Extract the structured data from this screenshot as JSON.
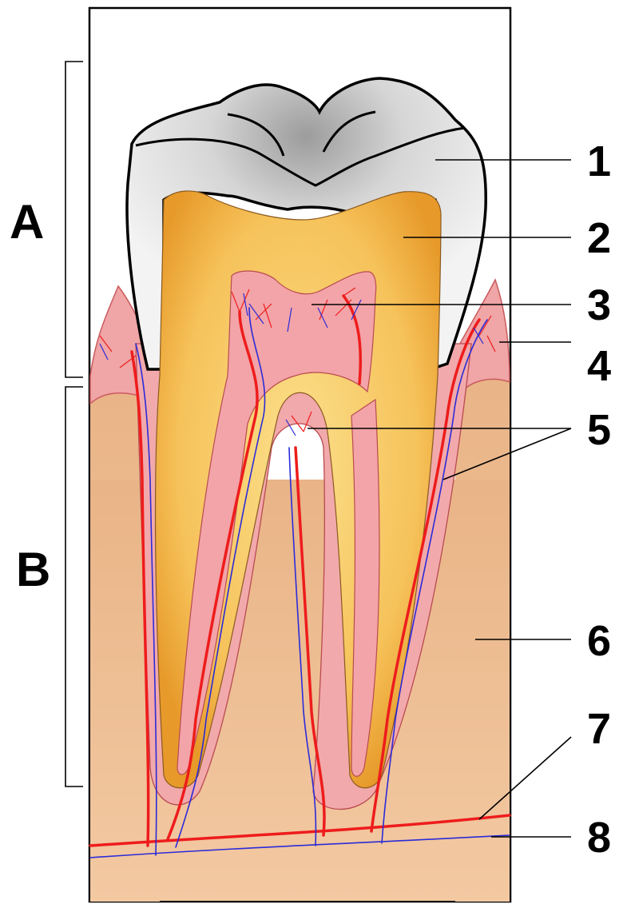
{
  "sections": [
    {
      "id": "A",
      "label": "A"
    },
    {
      "id": "B",
      "label": "B"
    }
  ],
  "callouts": [
    {
      "id": "1",
      "label": "1"
    },
    {
      "id": "2",
      "label": "2"
    },
    {
      "id": "3",
      "label": "3"
    },
    {
      "id": "4",
      "label": "4"
    },
    {
      "id": "5",
      "label": "5"
    },
    {
      "id": "6",
      "label": "6"
    },
    {
      "id": "7",
      "label": "7"
    },
    {
      "id": "8",
      "label": "8"
    }
  ],
  "colors": {
    "enamel": "#e9e9e9",
    "dentin": "#f2b23c",
    "pulp": "#f3a3a8",
    "gum": "#f0a7a8",
    "bone": "#f1c29a",
    "artery": "#ee1c1c",
    "vein": "#2b2bd8"
  }
}
